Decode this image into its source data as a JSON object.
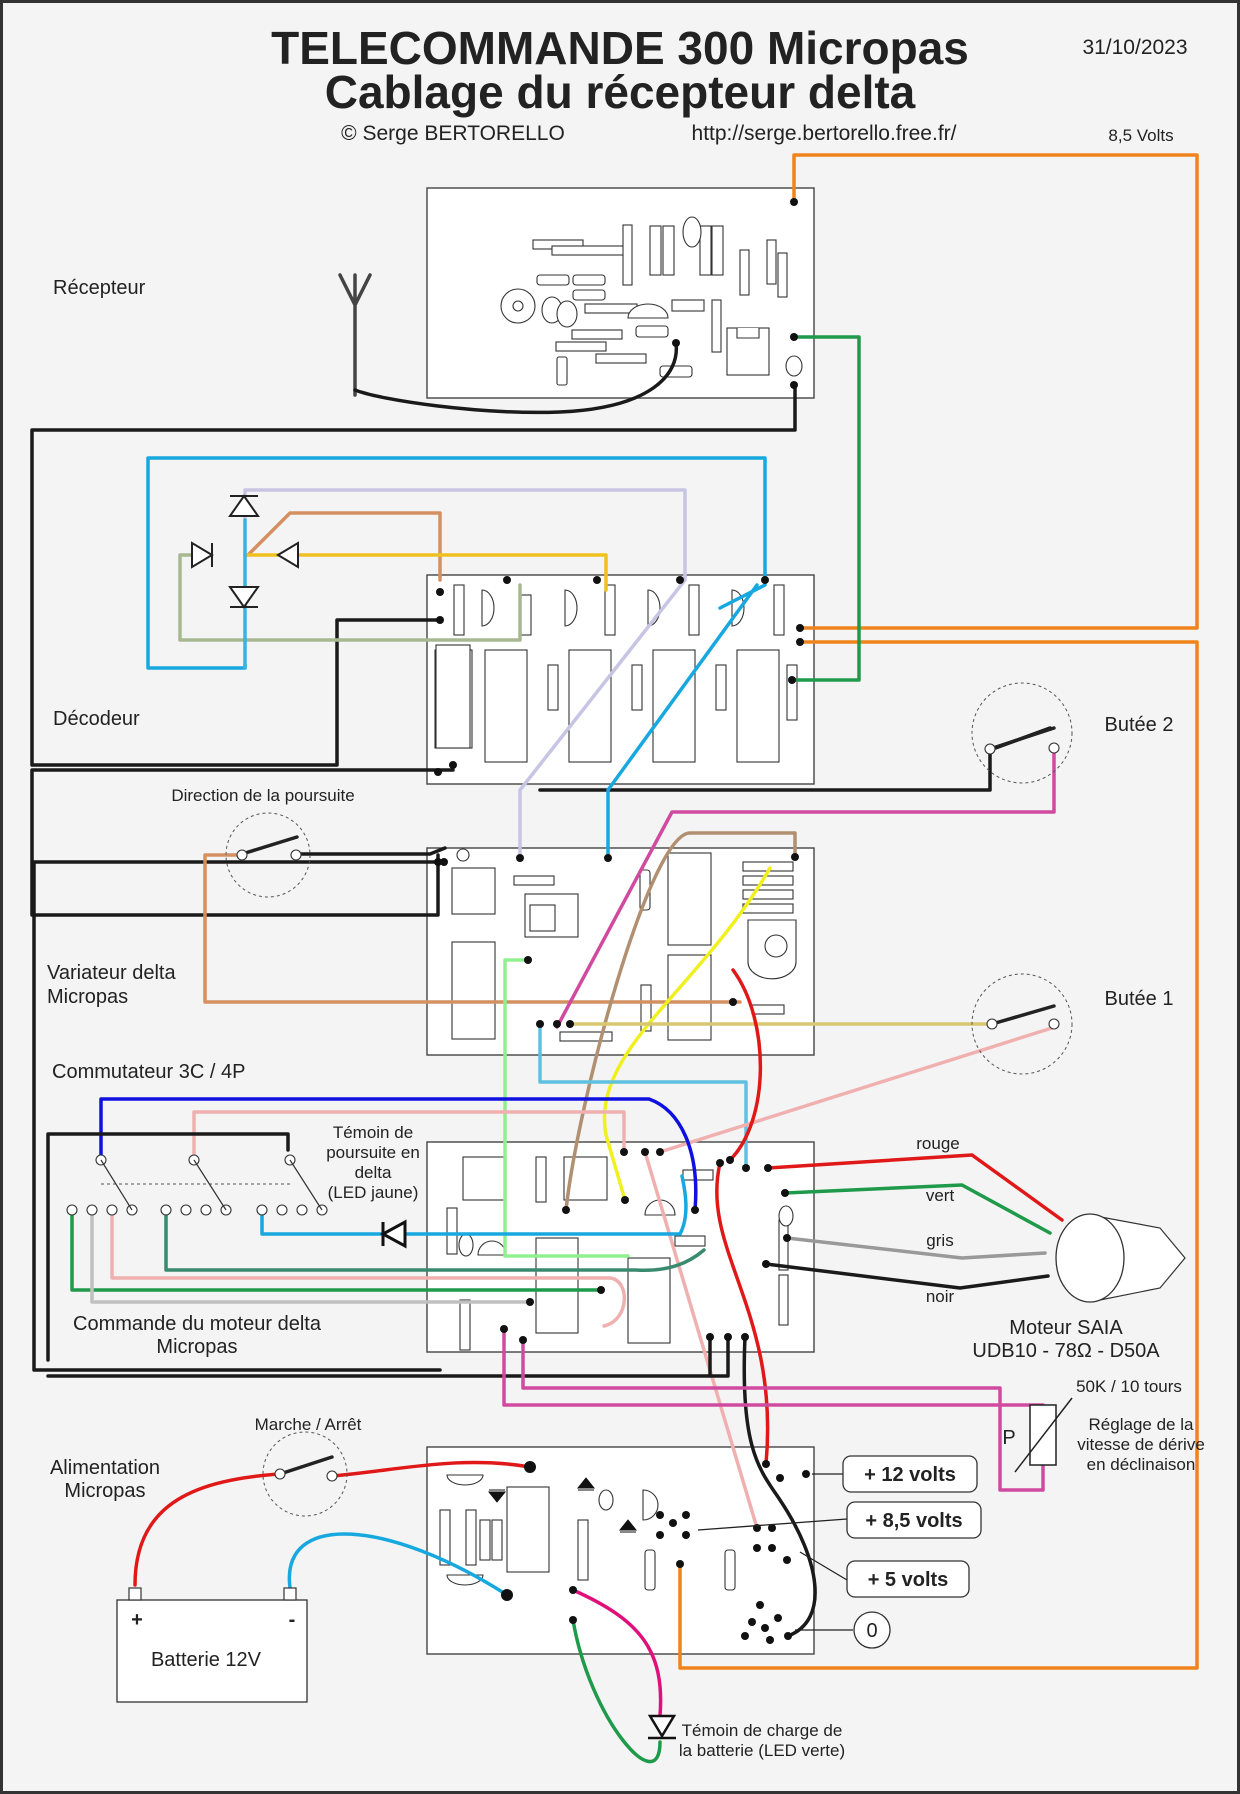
{
  "header": {
    "title_line1": "TELECOMMANDE 300 Micropas",
    "title_line2": "Cablage du récepteur delta",
    "date": "31/10/2023",
    "copyright": "© Serge BERTORELLO",
    "url": "http://serge.bertorello.free.fr/"
  },
  "labels": {
    "recepteur": "Récepteur",
    "decodeur": "Décodeur",
    "variateur_1": "Variateur delta",
    "variateur_2": "Micropas",
    "direction": "Direction de la poursuite",
    "commutateur": "Commutateur 3C / 4P",
    "temoin_1": "Témoin de",
    "temoin_2": "poursuite en",
    "temoin_3": "delta",
    "temoin_4": "(LED jaune)",
    "commande_1": "Commande du moteur delta",
    "commande_2": "Micropas",
    "butee2": "Butée 2",
    "butee1": "Butée 1",
    "volts85": "8,5 Volts",
    "rouge": "rouge",
    "vert": "vert",
    "gris": "gris",
    "noir": "noir",
    "moteur_1": "Moteur SAIA",
    "moteur_2": "UDB10 - 78Ω - D50A",
    "pot_value": "50K / 10 tours",
    "pot_p": "P",
    "reglage_1": "Réglage de la",
    "reglage_2": "vitesse de dérive",
    "reglage_3": "en déclinaison",
    "marche": "Marche / Arrêt",
    "alim_1": "Alimentation",
    "alim_2": "Micropas",
    "batterie": "Batterie 12V",
    "plus": "+",
    "minus": "-",
    "charge_1": "Témoin de charge de",
    "charge_2": "la batterie (LED verte)"
  },
  "voltage_buttons": [
    "+ 12 volts",
    "+ 8,5 volts",
    "+ 5 volts"
  ],
  "ground_label": "0",
  "wire_colors": {
    "black": "#1a1a1a",
    "orange": "#f0841c",
    "green": "#1e9a4a",
    "cyan": "#18a8e0",
    "lavender": "#c8c4e4",
    "tan": "#d49060",
    "yellow": "#f0c020",
    "sage": "#a8b890",
    "blue": "#1010e0",
    "pink": "#f0b0b0",
    "magenta": "#d04aa0",
    "brown": "#b09070",
    "lightyellow": "#f0f020",
    "lightgreen": "#90f090",
    "lightblue": "#60c0e0",
    "red": "#e01818",
    "gray": "#999999",
    "teal": "#3a8a70",
    "mustard": "#d8c870",
    "silver": "#c0c0c0",
    "hotpink": "#e0107a"
  }
}
